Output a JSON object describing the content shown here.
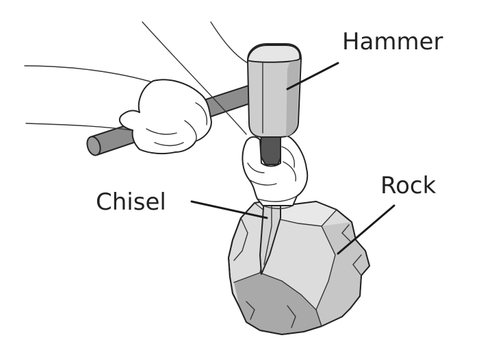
{
  "labels": {
    "hammer": "Hammer",
    "chisel": "Chisel",
    "rock": "Rock"
  },
  "colors": {
    "line": "#1a1a1a",
    "rock_light": "#e0e0e0",
    "rock_mid": "#c8c8c8",
    "rock_dark": "#a8a8a8",
    "hammer_head": "#cfcfcf",
    "handle": "#8a8a8a",
    "glove": "#ffffff"
  }
}
